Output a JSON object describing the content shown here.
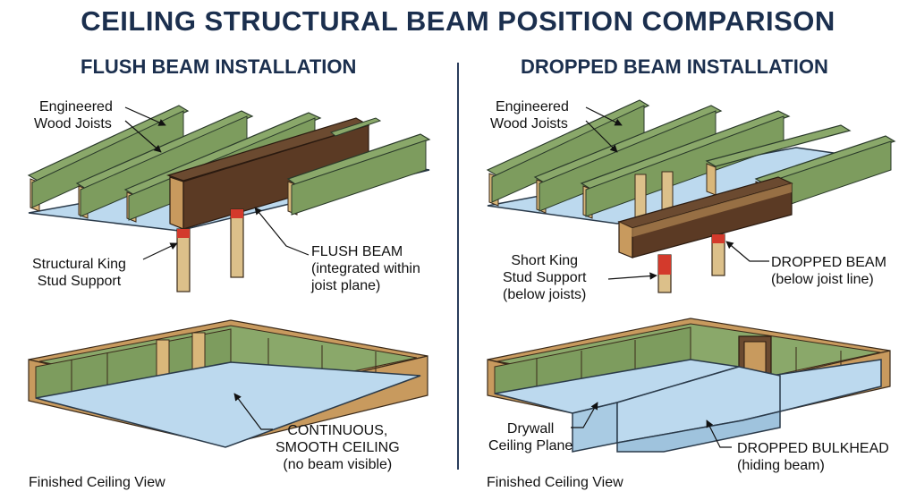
{
  "title": "CEILING STRUCTURAL BEAM POSITION COMPARISON",
  "left_panel": {
    "heading": "FLUSH BEAM INSTALLATION",
    "joists_label_1": "Engineered",
    "joists_label_2": "Wood Joists",
    "stud_label_1": "Structural King",
    "stud_label_2": "Stud Support",
    "beam_label_1": "FLUSH BEAM",
    "beam_label_2": "(integrated within",
    "beam_label_3": "joist plane)",
    "ceiling_label_1": "CONTINUOUS,",
    "ceiling_label_2": "SMOOTH CEILING",
    "ceiling_label_3": "(no beam visible)",
    "view_label": "Finished Ceiling View"
  },
  "right_panel": {
    "heading": "DROPPED BEAM INSTALLATION",
    "joists_label_1": "Engineered",
    "joists_label_2": "Wood Joists",
    "stud_label_1": "Short King",
    "stud_label_2": "Stud Support",
    "stud_label_3": "(below joists)",
    "beam_label_1": "DROPPED BEAM",
    "beam_label_2": "(below joist line)",
    "drywall_label_1": "Drywall",
    "drywall_label_2": "Ceiling Plane",
    "bulkhead_label_1": "DROPPED BULKHEAD",
    "bulkhead_label_2": "(hiding beam)",
    "view_label": "Finished Ceiling View"
  },
  "colors": {
    "title": "#1b2f4e",
    "joist_green": "#8aa86a",
    "joist_green_dark": "#5e7a44",
    "flange_wood": "#d9b77a",
    "beam_brown": "#5b3a24",
    "stud_tan": "#dcc08a",
    "ceiling_blue": "#bcd9ee",
    "red_hanger": "#d33a2c"
  }
}
